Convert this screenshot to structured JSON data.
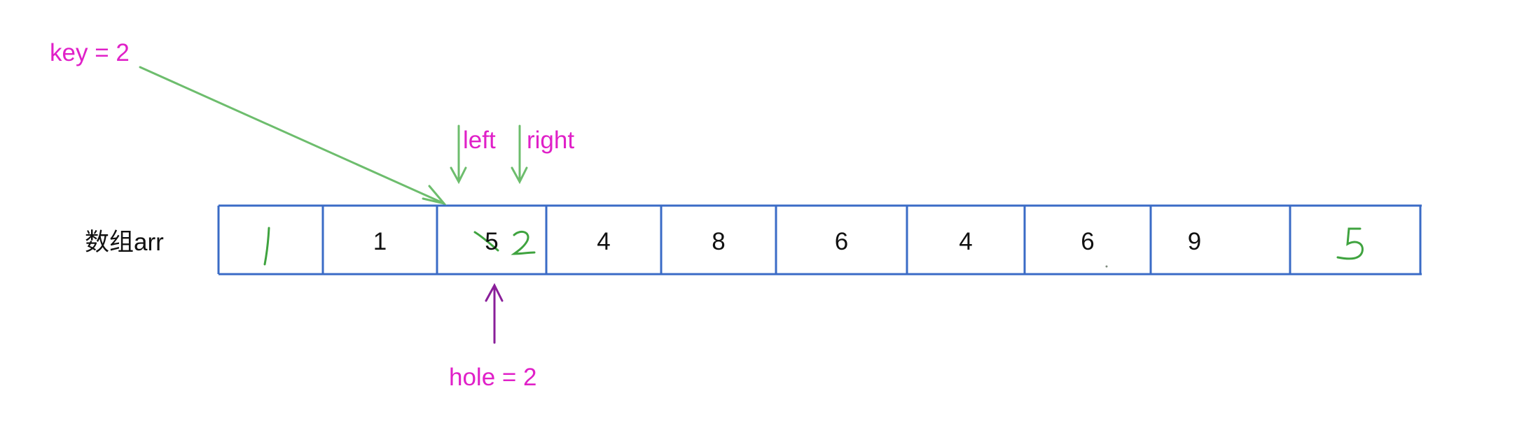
{
  "labels": {
    "key": "key = 2",
    "left": "left",
    "right": "right",
    "hole": "hole = 2",
    "array_name": "数组arr"
  },
  "array": {
    "cells": [
      {
        "value": "",
        "note": "1"
      },
      {
        "value": "1",
        "note": ""
      },
      {
        "value": "5",
        "note": "2"
      },
      {
        "value": "4",
        "note": ""
      },
      {
        "value": "8",
        "note": ""
      },
      {
        "value": "6",
        "note": ""
      },
      {
        "value": "4",
        "note": ""
      },
      {
        "value": "6",
        "note": ""
      },
      {
        "value": "9",
        "note": ""
      },
      {
        "value": "",
        "note": "5"
      }
    ],
    "crossed_out_index": 2
  },
  "colors": {
    "label": "#e020c8",
    "border": "#3a6bc6",
    "arrow_green": "#6dbd6d",
    "handwriting_green": "#3fa33f",
    "arrow_purple": "#8a1f9a",
    "text": "#111111"
  }
}
